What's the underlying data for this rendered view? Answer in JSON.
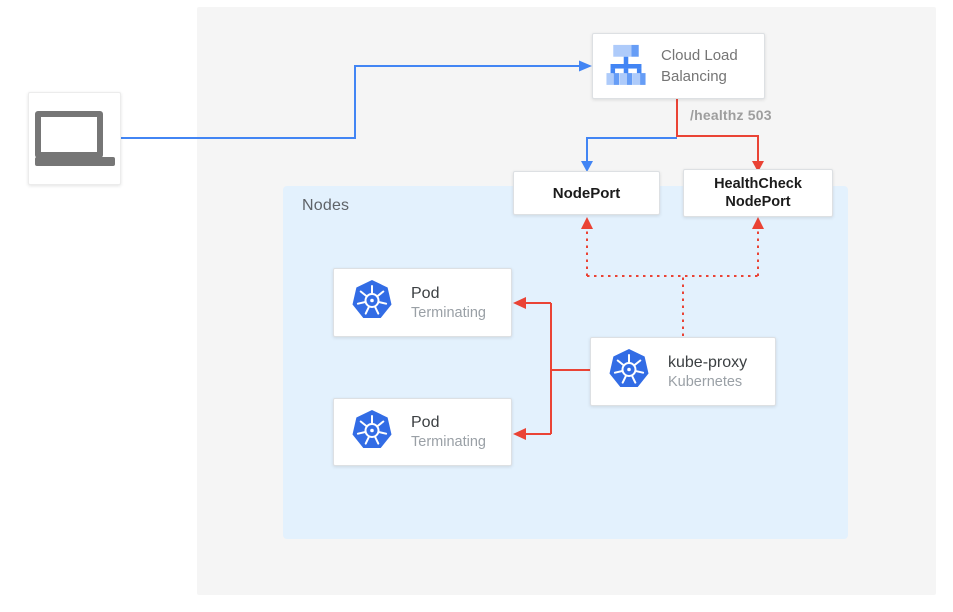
{
  "colors": {
    "line_blue": "#4285F4",
    "line_red": "#EA4335",
    "outer_panel_bg": "#F5F5F5",
    "nodes_panel_bg": "#E3F1FD",
    "kubernetes_blue": "#326CE5",
    "icon_light_blue": "#AECBFA",
    "icon_medium_blue": "#669DF6",
    "icon_bar_blue": "#4285F4"
  },
  "client": {
    "icon": "laptop"
  },
  "load_balancer": {
    "title_line1": "Cloud Load",
    "title_line2": "Balancing",
    "icon": "cloud-load-balancing"
  },
  "health_label": "/healthz 503",
  "nodeport": {
    "label": "NodePort"
  },
  "healthcheck_nodeport": {
    "label_line1": "HealthCheck",
    "label_line2": "NodePort"
  },
  "nodes_panel": {
    "label": "Nodes"
  },
  "pods": [
    {
      "title": "Pod",
      "status": "Terminating",
      "icon": "kubernetes"
    },
    {
      "title": "Pod",
      "status": "Terminating",
      "icon": "kubernetes"
    }
  ],
  "kube_proxy": {
    "title": "kube-proxy",
    "subtitle": "Kubernetes",
    "icon": "kubernetes"
  }
}
